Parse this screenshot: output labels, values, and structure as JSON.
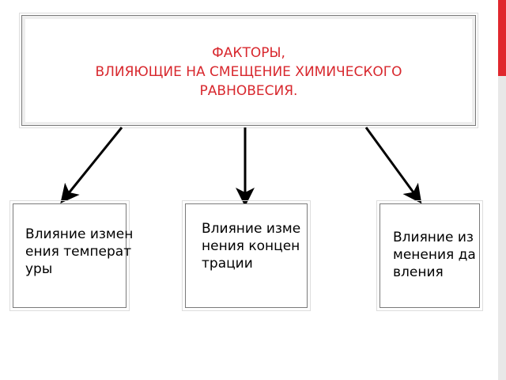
{
  "title": {
    "line1": "ФАКТОРЫ,",
    "line2": "ВЛИЯЮЩИЕ НА СМЕЩЕНИЕ ХИМИЧЕСКОГО",
    "line3": "РАВНОВЕСИЯ."
  },
  "boxes": [
    {
      "label": "Влияние изменения температуры"
    },
    {
      "label": "Влияние изменения концентрации"
    },
    {
      "label": "Влияние изменения давления"
    }
  ],
  "colors": {
    "title_text": "#d8282e",
    "accent_bar": "#e0282e",
    "box_border": "#7a7a7a",
    "arrow": "#000000"
  }
}
